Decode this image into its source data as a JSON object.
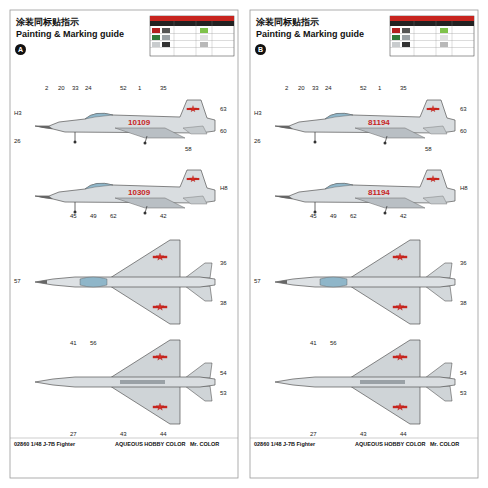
{
  "diagram": {
    "nodes": [
      {
        "text": [
          "A"
        ]
      },
      {
        "text": [
          "B"
        ]
      }
    ],
    "labels": [
      "涂装同标贴指示",
      "Painting & Marking guide",
      "10109",
      "10309",
      "2",
      "20",
      "33",
      "24",
      "52",
      "1",
      "35",
      "63",
      "H3",
      "60",
      "58",
      "26",
      "45",
      "49",
      "62",
      "42",
      "H8",
      "57",
      "36",
      "38",
      "41",
      "56",
      "54",
      "53",
      "27",
      "43",
      "44",
      "02860 1/48 J-7B Fighter",
      "AQUEOUS HOBBY COLOR",
      "Mr. COLOR",
      "涂装同标贴指示",
      "Painting & Marking guide",
      "81194",
      "81194",
      "2",
      "20",
      "33",
      "24",
      "52",
      "1",
      "35",
      "63",
      "H3",
      "60",
      "58",
      "26",
      "45",
      "49",
      "62",
      "42",
      "H8",
      "57",
      "36",
      "38",
      "41",
      "56",
      "54",
      "53",
      "27",
      "43",
      "44",
      "02860 1/48 J-7B Fighter",
      "AQUEOUS HOBBY COLOR",
      "Mr. COLOR"
    ]
  }
}
